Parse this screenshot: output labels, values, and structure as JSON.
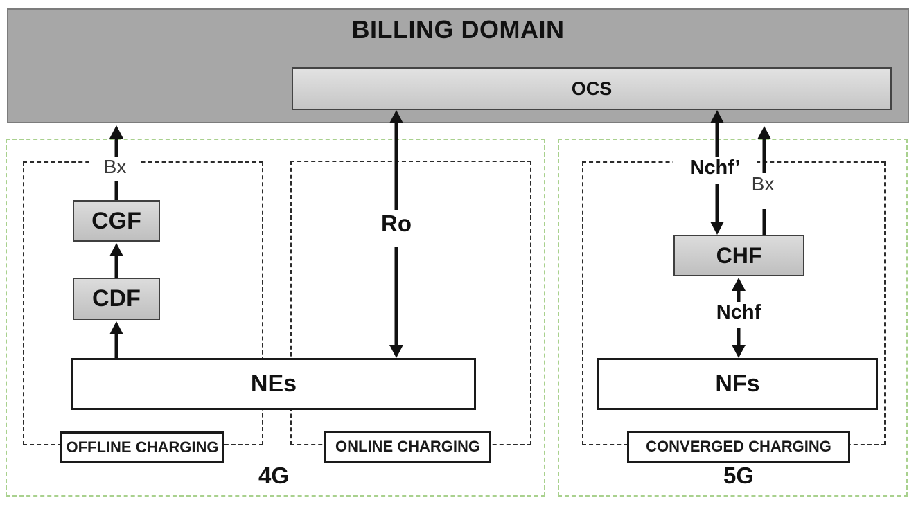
{
  "billing_domain": {
    "title": "BILLING DOMAIN",
    "ocs": "OCS"
  },
  "fourg": {
    "tag": "4G",
    "nes": "NEs",
    "offline": {
      "label": "OFFLINE CHARGING",
      "cgf": "CGF",
      "cdf": "CDF",
      "bx": "Bx"
    },
    "online": {
      "label": "ONLINE CHARGING",
      "ro": "Ro"
    }
  },
  "fiveg": {
    "tag": "5G",
    "nfs": "NFs",
    "converged": {
      "label": "CONVERGED CHARGING",
      "chf": "CHF",
      "nchf_prime": "Nchf’",
      "bx": "Bx",
      "nchf": "Nchf"
    }
  },
  "colors": {
    "billing_bar_fill": "#a7a7a7",
    "billing_bar_border": "#7c7c7c",
    "node_fill_top": "#dcdcdc",
    "node_fill_bottom": "#bfbfbf",
    "node_border": "#3f3f3f",
    "white_box_border": "#1a1a1a",
    "outer_dash_green": "#a9d18e",
    "inner_dash_black": "#2b2b2b",
    "arrow_black": "#111111",
    "bx_text_gray": "#3a3a3a"
  }
}
